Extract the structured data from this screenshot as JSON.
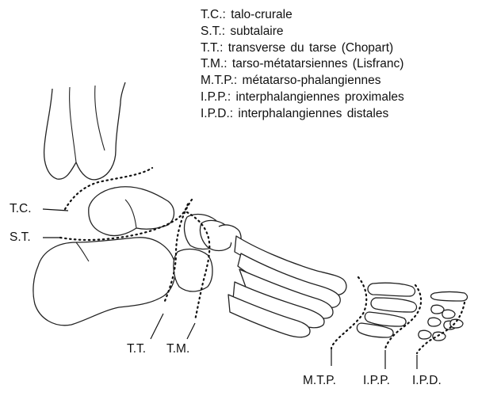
{
  "legend": [
    {
      "abbr": "T.C.:",
      "term": "talo-crurale"
    },
    {
      "abbr": "S.T.:",
      "term": "subtalaire"
    },
    {
      "abbr": "T.T.:",
      "term": "transverse du tarse (Chopart)"
    },
    {
      "abbr": "T.M.:",
      "term": "tarso-métatarsiennes (Lisfranc)"
    },
    {
      "abbr": "M.T.P.:",
      "term": "métatarso-phalangiennes"
    },
    {
      "abbr": "I.P.P.:",
      "term": "interphalangiennes proximales"
    },
    {
      "abbr": "I.P.D.:",
      "term": "interphalangiennes distales"
    }
  ],
  "labels": {
    "tc": "T.C.",
    "st": "S.T.",
    "tt": "T.T.",
    "tm": "T.M.",
    "mtp": "M.T.P.",
    "ipp": "I.P.P.",
    "ipd": "I.P.D."
  }
}
